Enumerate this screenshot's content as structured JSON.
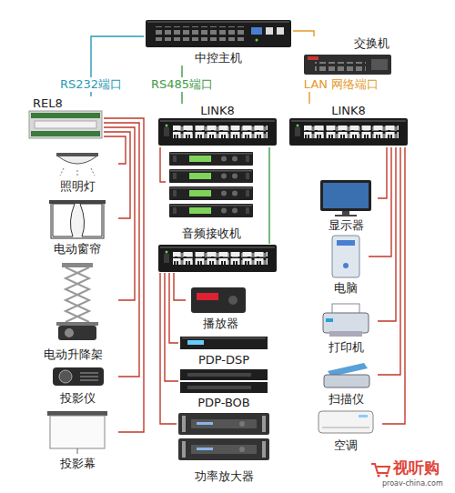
{
  "diagram": {
    "nodes": [
      {
        "text": [
          "中控主机"
        ]
      },
      {
        "text": [
          "交换机"
        ]
      },
      {
        "text": [
          "REL8"
        ]
      },
      {
        "text": [
          "LINK8"
        ]
      },
      {
        "text": [
          "LINK8"
        ]
      },
      {
        "text": [
          "照明灯"
        ]
      },
      {
        "text": [
          "电动窗帘"
        ]
      },
      {
        "text": [
          "电动升降架"
        ]
      },
      {
        "text": [
          "投影仪"
        ]
      },
      {
        "text": [
          "投影幕"
        ]
      },
      {
        "text": [
          "音频接收机"
        ]
      },
      {
        "text": []
      },
      {
        "text": [
          "播放器"
        ]
      },
      {
        "text": [
          "PDP-DSP"
        ]
      },
      {
        "text": [
          "PDP-BOB"
        ]
      },
      {
        "text": [
          "功率放大器"
        ]
      },
      {
        "text": [
          "显示器"
        ]
      },
      {
        "text": [
          "电脑"
        ]
      },
      {
        "text": [
          "打印机"
        ]
      },
      {
        "text": [
          "扫描仪"
        ]
      },
      {
        "text": [
          "空调"
        ]
      }
    ],
    "edges": [
      {
        "from": 0,
        "to": 2,
        "label": "RS232端口",
        "arrow": "none"
      },
      {
        "from": 0,
        "to": 3,
        "label": "RS485端口",
        "arrow": "none"
      },
      {
        "from": 0,
        "to": 1,
        "arrow": "none"
      },
      {
        "from": 1,
        "to": 4,
        "label": "LAN 网络端口",
        "arrow": "none"
      },
      {
        "from": 2,
        "to": 5,
        "arrow": "none"
      },
      {
        "from": 2,
        "to": 6,
        "arrow": "none"
      },
      {
        "from": 2,
        "to": 7,
        "arrow": "none"
      },
      {
        "from": 2,
        "to": 8,
        "arrow": "none"
      },
      {
        "from": 2,
        "to": 9,
        "arrow": "none"
      },
      {
        "from": 3,
        "to": 10,
        "arrow": "none"
      },
      {
        "from": 3,
        "to": 11,
        "arrow": "none"
      },
      {
        "from": 11,
        "to": 12,
        "arrow": "none"
      },
      {
        "from": 11,
        "to": 13,
        "arrow": "none"
      },
      {
        "from": 11,
        "to": 14,
        "arrow": "none"
      },
      {
        "from": 11,
        "to": 15,
        "arrow": "none"
      },
      {
        "from": 4,
        "to": 16,
        "arrow": "none"
      },
      {
        "from": 4,
        "to": 17,
        "arrow": "none"
      },
      {
        "from": 4,
        "to": 18,
        "arrow": "none"
      },
      {
        "from": 4,
        "to": 19,
        "arrow": "none"
      },
      {
        "from": 4,
        "to": 20,
        "arrow": "none"
      }
    ],
    "labels": [
      "视听购",
      "proav-china.com"
    ]
  }
}
